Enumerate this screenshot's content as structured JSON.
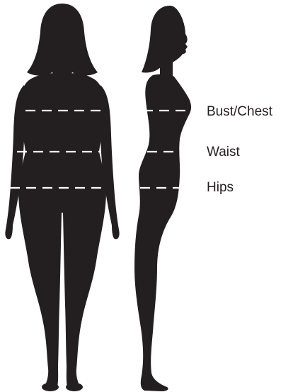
{
  "colors": {
    "silhouette": "#231f20",
    "measure_line": "#ffffff",
    "label_text": "#231f20",
    "background": "#ffffff"
  },
  "figures": [
    {
      "view": "front",
      "icon": "front-body-silhouette-icon"
    },
    {
      "view": "side",
      "icon": "side-body-silhouette-icon"
    }
  ],
  "measurements": [
    {
      "key": "bust",
      "label": "Bust/Chest"
    },
    {
      "key": "waist",
      "label": "Waist"
    },
    {
      "key": "hips",
      "label": "Hips"
    }
  ]
}
